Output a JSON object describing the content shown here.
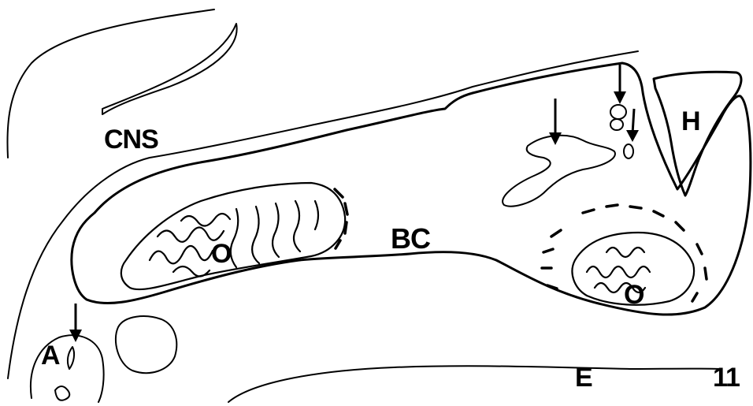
{
  "figure": {
    "labels": {
      "cns": "CNS",
      "h": "H",
      "bc": "BC",
      "o_left": "O",
      "o_right": "O",
      "a": "A",
      "e": "E",
      "figure_number": "11"
    },
    "line_color": "#000000",
    "background": "#ffffff",
    "fill_pattern": "stipple-dots"
  }
}
